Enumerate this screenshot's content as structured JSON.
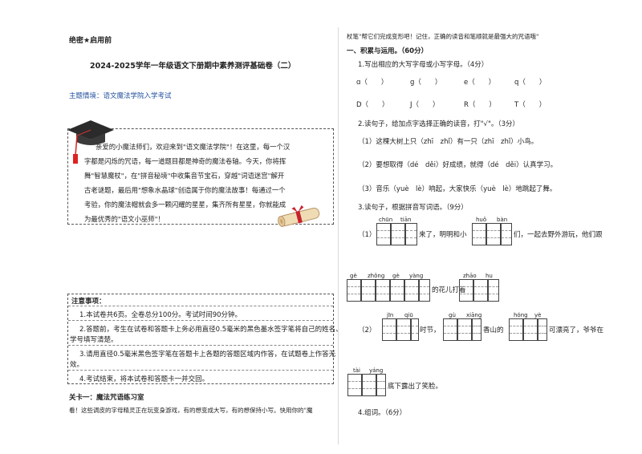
{
  "header": {
    "secret": "绝密★启用前",
    "title": "2024-2025学年一年级语文下册期中素养测评基础卷（二）",
    "theme": "主题情境：语文魔法学院入学考试"
  },
  "intro": {
    "lines": [
      "亲爱的小魔法师们，欢迎来到\"语文魔法学院\"！在这里，每一个汉",
      "字都是闪烁的咒语，每一道题目都是神奇的魔法卷轴。今天，你将挥",
      "舞\"智慧魔杖\"，在\"拼音秘境\"中收集音节宝石，穿越\"词语迷宫\"解开",
      "古老谜题，最后用\"想象水晶球\"创造属于你的魔法故事！每通过一个",
      "考验，你的魔法帽就会多一颗闪耀的星星，集齐所有星星，你就能成",
      "为最优秀的\"语文小巫师\"！"
    ]
  },
  "notice": {
    "title": "注意事项：",
    "items": [
      "1.本试卷共6页。全卷总分100分。考试时间90分钟。",
      "2.答题前，考生在试卷和答题卡上务必用直径0.5毫米的黑色墨水签字笔将自己的姓名、",
      "学号填写清楚。",
      "3.请用直径0.5毫米黑色签字笔在答题卡上各题的答题区域内作答，在试题卷上作答无",
      "效。",
      "4.考试结束，将本试卷和答题卡一并交回。"
    ]
  },
  "level1": {
    "title": "关卡一：魔法咒语练习室",
    "text": "看！这些调皮的字母精灵正在玩变身游戏，有的想变成大写，有的想保持小写。快用你的\"魔"
  },
  "right": {
    "cont": "杖笔\"帮它们完成变形吧！记住，正确的读音和笔顺就是最强大的咒语哦\"",
    "section1": "一、积累与运用。（60分）",
    "q1": "1.写出相应的大写字母或小写字母。（4分）",
    "q1_row1": [
      "ɑ（　　）",
      "g（　　）",
      "e（　　）",
      "q（　　）"
    ],
    "q1_row2": [
      "D（　　）",
      "J（　　）",
      "R（　　）",
      "T（　　）"
    ],
    "q2": "2.读句子，给加点字选择正确的读音，打\"√\"。（3分）",
    "q2_s1": "（1）这棵大树上只（zhī　zhǐ）有一只（zhī　zhǐ）小鸟。",
    "q2_s2": "（2）要想取得（dé　děi）好成绩，就得（dé　děi）认真学习。",
    "q2_s3": "（3）音乐（yuè　lè）响起，大家快乐（yuè　lè）地跳起了舞。",
    "q3": "3.读句子，根据拼音写词语。（9分）",
    "q3_1_label": "（1）",
    "q3_1_text1": "来了，明明和小",
    "q3_1_text2": "们，一起去野外游玩，他们跟",
    "q3_1_text3": "的花儿打着",
    "q3_2_label": "（2）",
    "q3_2_text1": "时节，",
    "q3_2_text2": "香山的",
    "q3_2_text3": "可漂亮了，爷爷在",
    "q3_2_text4": "底下露出了笑脸。",
    "pinyin": {
      "chuntian": [
        "chūn",
        "tiān"
      ],
      "huoban": [
        "huǒ",
        "bàn"
      ],
      "gegeyang": [
        "gè",
        "zhǒng",
        "gè",
        "yàng"
      ],
      "zhaohu": [
        "zhāo",
        "hu"
      ],
      "jinqiu": [
        "jīn",
        "qiū"
      ],
      "guxiang": [
        "gù",
        "xiāng"
      ],
      "hongye": [
        "hóng",
        "yè"
      ],
      "taiyang": [
        "tài",
        "yáng"
      ]
    },
    "q4": "4.组词。（6分）"
  }
}
